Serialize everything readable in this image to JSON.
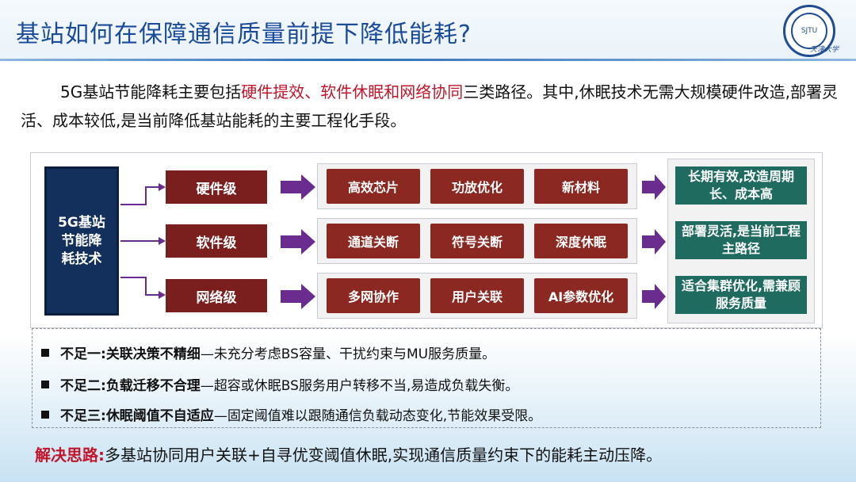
{
  "header": {
    "title": "基站如何在保障通信质量前提下降低能耗?"
  },
  "logo": {
    "icon": "university-seal-icon",
    "inner_text": "SJTU",
    "script_text": "天津大学"
  },
  "intro": {
    "part1": "5G基站节能降耗主要包括",
    "highlight": "硬件提效、软件休眠和网络协同",
    "part2": "三类路径。其中,休眠技术无需大规模硬件改造,部署灵活、成本较低,是当前降低基站能耗的主要工程化手段。"
  },
  "diagram": {
    "core": "5G基站节能降耗技术",
    "levels": [
      "硬件级",
      "软件级",
      "网络级"
    ],
    "groups": [
      [
        "高效芯片",
        "功放优化",
        "新材料"
      ],
      [
        "通道关断",
        "符号关断",
        "深度休眠"
      ],
      [
        "多网协作",
        "用户关联",
        "AI参数优化"
      ]
    ],
    "results": [
      "长期有效,改造周期长、成本高",
      "部署灵活,是当前工程主路径",
      "适合集群优化,需兼顾服务质量"
    ],
    "colors": {
      "core": "#132f5c",
      "level": "#7b1e1e",
      "item": "#8c2822",
      "result": "#1f6b5f",
      "arrow": "#6a2c8e"
    }
  },
  "issues": [
    {
      "label": "不足一:",
      "title": "关联决策不精细",
      "desc": "—未充分考虑BS容量、干扰约束与MU服务质量。"
    },
    {
      "label": "不足二:",
      "title": "负载迁移不合理",
      "desc": "—超容或休眠BS服务用户转移不当,易造成负载失衡。"
    },
    {
      "label": "不足三:",
      "title": "休眠阈值不自适应",
      "desc": "—固定阈值难以跟随通信负载动态变化,节能效果受限。"
    }
  ],
  "solution": {
    "label": "解决思路:",
    "text": "多基站协同用户关联+自寻优变阈值休眠,实现通信质量约束下的能耗主动压降。"
  }
}
